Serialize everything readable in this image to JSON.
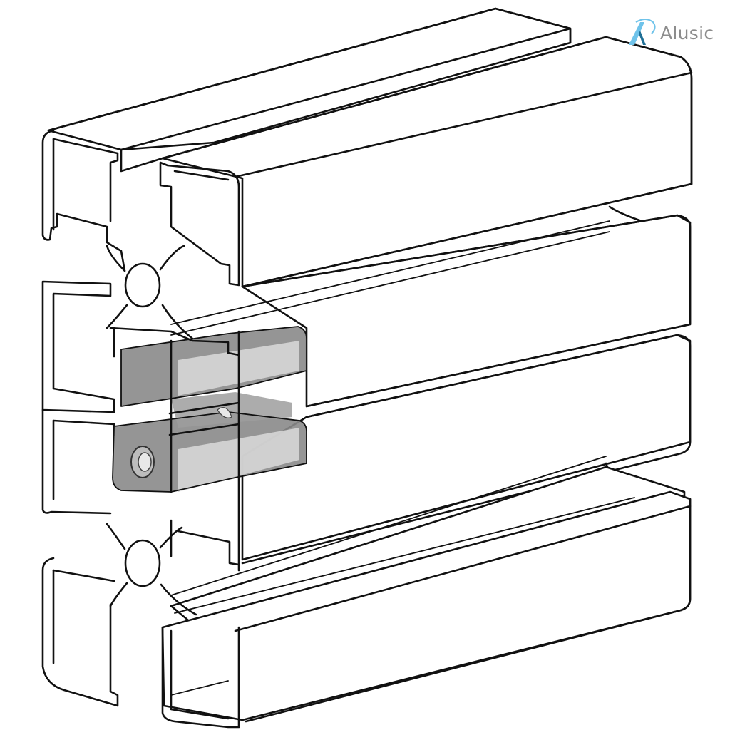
{
  "logo": {
    "brand_name": "Alusic",
    "mark_icon": "alusic-a-logo-icon",
    "colors": {
      "mark_light": "#6fc3ea",
      "mark_dark": "#1f6f96",
      "text": "#8c8c8c"
    }
  },
  "illustration": {
    "subject": "4-slot aluminum extrusion profile with slot connector block",
    "parts": [
      {
        "name": "aluminum-profile",
        "color": "#ffffff",
        "outline": "#111111"
      },
      {
        "name": "connector-block",
        "color": "#8a8a8a",
        "highlight": "#d6d6d6"
      },
      {
        "name": "hex-socket-screw",
        "color": "#bdbdbd"
      }
    ]
  }
}
